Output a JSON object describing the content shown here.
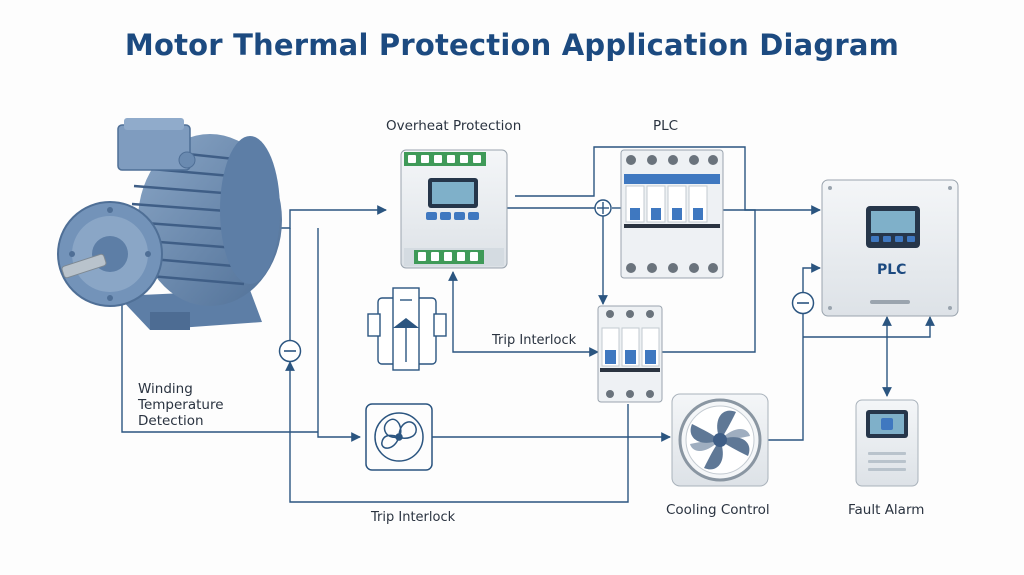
{
  "title": "Motor Thermal Protection Application Diagram",
  "labels": {
    "overheat_protection": "Overheat Protection",
    "plc_top": "PLC",
    "plc_box": "PLC",
    "trip_interlock_mid": "Trip Interlock",
    "trip_interlock_bottom": "Trip Interlock",
    "winding_detection": [
      "Winding",
      "Temperature",
      "Detection"
    ],
    "cooling_control": "Cooling Control",
    "fault_alarm": "Fault Alarm"
  },
  "colors": {
    "title": "#1c4a80",
    "wire": "#2b5580",
    "motor": "#6e8fb4",
    "breaker_blue": "#3f78c0",
    "device_green": "#3f9a58"
  },
  "icons": [
    "motor-icon",
    "overheat-relay-icon",
    "circuit-breaker-icon",
    "plc-unit-icon",
    "current-transformer-icon",
    "fan-motor-icon",
    "cooling-fan-icon",
    "fault-alarm-icon",
    "minus-junction-icon"
  ]
}
